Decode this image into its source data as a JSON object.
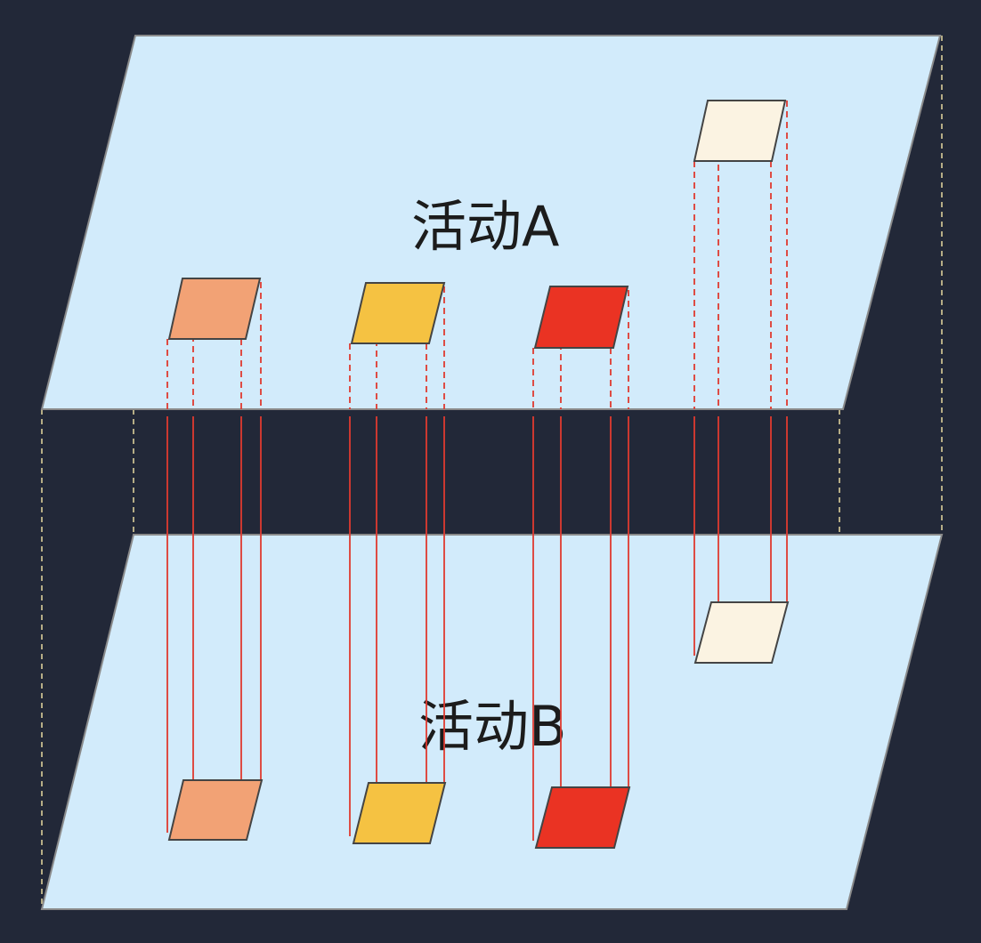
{
  "colors": {
    "background": "#222838",
    "plane_fill": "#d2ebfb",
    "plane_stroke": "#8a8a8a",
    "connector": "#e03a30",
    "boundary_guide": "#e8d9a0",
    "tile_stroke": "#444444"
  },
  "planes": [
    {
      "id": "activity-a",
      "label": "活动A"
    },
    {
      "id": "activity-b",
      "label": "活动B"
    }
  ],
  "tiles": [
    {
      "id": "orange",
      "color": "#f2a275",
      "in_a": true,
      "in_b": true
    },
    {
      "id": "yellow",
      "color": "#f5c242",
      "in_a": true,
      "in_b": true
    },
    {
      "id": "red",
      "color": "#ea3323",
      "in_a": true,
      "in_b": true
    },
    {
      "id": "cream",
      "color": "#fbf3e2",
      "in_a": true,
      "in_b": true
    }
  ]
}
